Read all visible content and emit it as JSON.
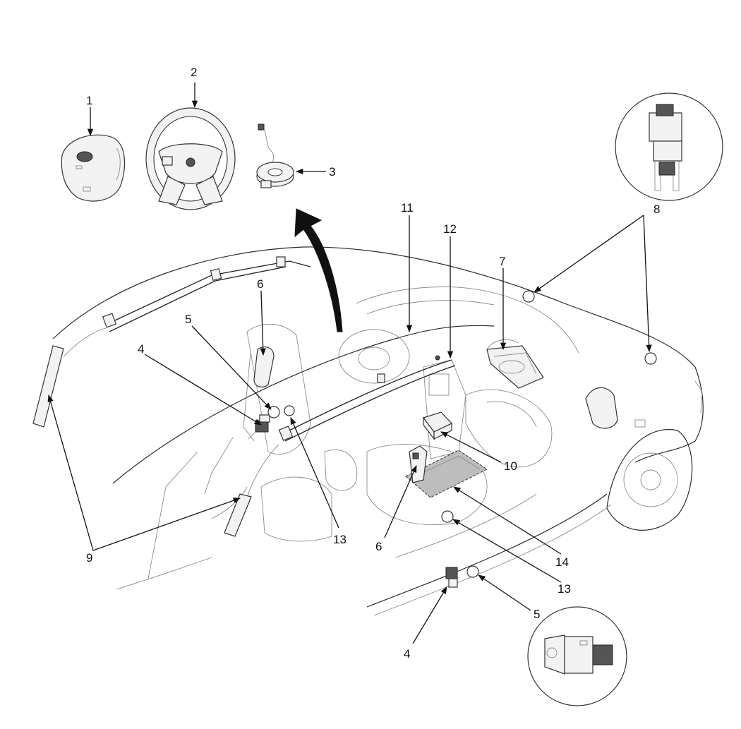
{
  "callouts": [
    {
      "id": "c1",
      "label": "1"
    },
    {
      "id": "c2",
      "label": "2"
    },
    {
      "id": "c3",
      "label": "3"
    },
    {
      "id": "c4a",
      "label": "4"
    },
    {
      "id": "c4b",
      "label": "4"
    },
    {
      "id": "c5a",
      "label": "5"
    },
    {
      "id": "c5b",
      "label": "5"
    },
    {
      "id": "c6a",
      "label": "6"
    },
    {
      "id": "c6b",
      "label": "6"
    },
    {
      "id": "c7",
      "label": "7"
    },
    {
      "id": "c8",
      "label": "8"
    },
    {
      "id": "c9",
      "label": "9"
    },
    {
      "id": "c10",
      "label": "10"
    },
    {
      "id": "c11",
      "label": "11"
    },
    {
      "id": "c12",
      "label": "12"
    },
    {
      "id": "c13a",
      "label": "13"
    },
    {
      "id": "c13b",
      "label": "13"
    },
    {
      "id": "c14",
      "label": "14"
    }
  ],
  "colors": {
    "line": "#222222",
    "fill": "#f2f2f2",
    "accent": "#555555",
    "background": "#ffffff"
  }
}
